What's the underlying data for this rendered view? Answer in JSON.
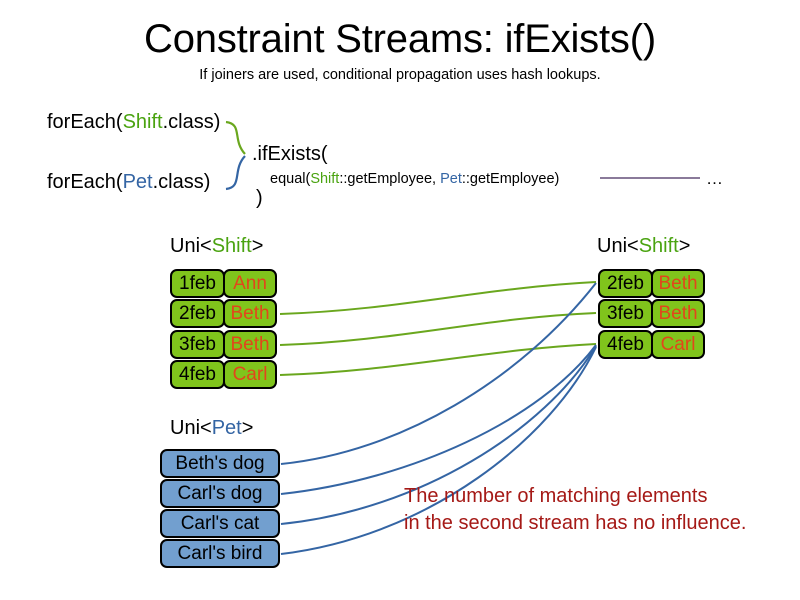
{
  "header": {
    "title": "Constraint Streams: ifExists()",
    "subtitle": "If joiners are used, conditional propagation uses hash lookups."
  },
  "code": {
    "foreach_shift": {
      "prefix": "forEach(",
      "type": "Shift",
      "suffix": ".class)"
    },
    "foreach_pet": {
      "prefix": "forEach(",
      "type": "Pet",
      "suffix": ".class)"
    },
    "ifexists_open": ".ifExists(",
    "equal": {
      "prefix": "equal(",
      "left_type": "Shift",
      "left_method": "::getEmployee, ",
      "right_type": "Pet",
      "right_method": "::getEmployee)"
    },
    "close_paren": ")",
    "ellipsis": "…"
  },
  "streams": {
    "left_shift": {
      "label_prefix": "Uni<",
      "label_type": "Shift",
      "label_suffix": ">",
      "rows": [
        {
          "date": "1feb",
          "person": "Ann"
        },
        {
          "date": "2feb",
          "person": "Beth"
        },
        {
          "date": "3feb",
          "person": "Beth"
        },
        {
          "date": "4feb",
          "person": "Carl"
        }
      ]
    },
    "right_shift": {
      "label_prefix": "Uni<",
      "label_type": "Shift",
      "label_suffix": ">",
      "rows": [
        {
          "date": "2feb",
          "person": "Beth"
        },
        {
          "date": "3feb",
          "person": "Beth"
        },
        {
          "date": "4feb",
          "person": "Carl"
        }
      ]
    },
    "left_pet": {
      "label_prefix": "Uni<",
      "label_type": "Pet",
      "label_suffix": ">",
      "rows": [
        {
          "name": "Beth's dog"
        },
        {
          "name": "Carl's dog"
        },
        {
          "name": "Carl's cat"
        },
        {
          "name": "Carl's bird"
        }
      ]
    }
  },
  "note": {
    "line1": "The number of matching elements",
    "line2": "in the second stream has no influence."
  },
  "colors": {
    "shift_green": "#80c41c",
    "pet_blue": "#729fcf",
    "person_orange": "#e2461b",
    "note_red": "#a51916",
    "shift_token_green": "#4aa310",
    "pet_token_blue": "#3465a4",
    "green_wire": "#6aa71e",
    "blue_wire": "#3465a4",
    "equal_rule": "#8a7a9a"
  }
}
